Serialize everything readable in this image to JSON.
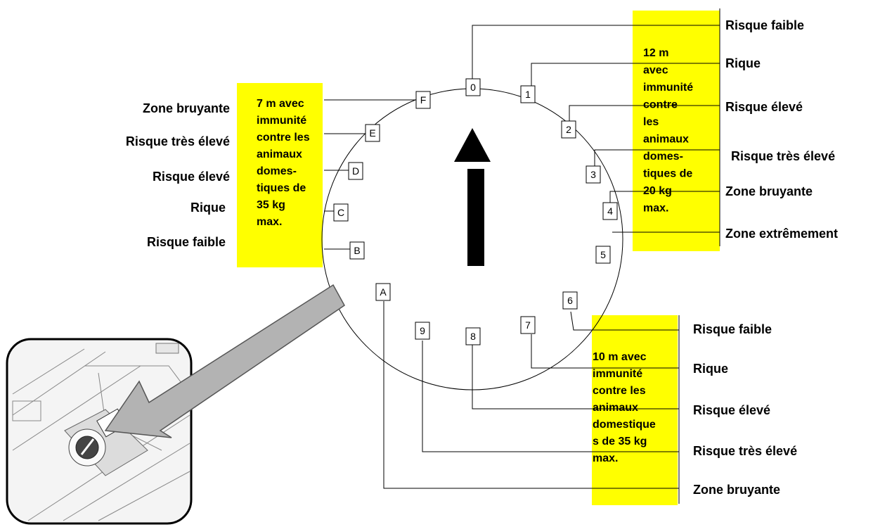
{
  "dial_positions": [
    "0",
    "1",
    "2",
    "3",
    "4",
    "5",
    "6",
    "7",
    "8",
    "9",
    "A",
    "B",
    "C",
    "D",
    "E",
    "F"
  ],
  "groups": {
    "left": {
      "note": [
        "7 m avec",
        "immunité",
        "contre les",
        "animaux",
        "domes-",
        "tiques de",
        "35 kg",
        "max."
      ],
      "labels": [
        "Zone bruyante",
        "Risque très élevé",
        "Risque élevé",
        "Rique",
        "Risque faible"
      ]
    },
    "right": {
      "note": [
        "12 m",
        "avec",
        "immunité",
        "contre",
        "les",
        "animaux",
        "domes-",
        "tiques de",
        "20 kg",
        "max."
      ],
      "labels": [
        "Risque faible",
        "Rique",
        "Risque élevé",
        "Risque très élevé",
        "Zone bruyante",
        "Zone extrêmement"
      ]
    },
    "bottom": {
      "note": [
        "10 m avec",
        "immunité",
        "contre les",
        "animaux",
        "domestique",
        "s de 35 kg",
        "max."
      ],
      "labels": [
        "Risque faible",
        "Rique",
        "Risque élevé",
        "Risque très élevé",
        "Zone bruyante"
      ]
    }
  },
  "colors": {
    "highlight": "#ffff00",
    "line": "#000000",
    "arrow": "#000000",
    "pointer_arrow": "#b0b0b0"
  },
  "icons": [
    "up-arrow-icon",
    "pointer-arrow-icon",
    "rotary-switch-photo"
  ]
}
